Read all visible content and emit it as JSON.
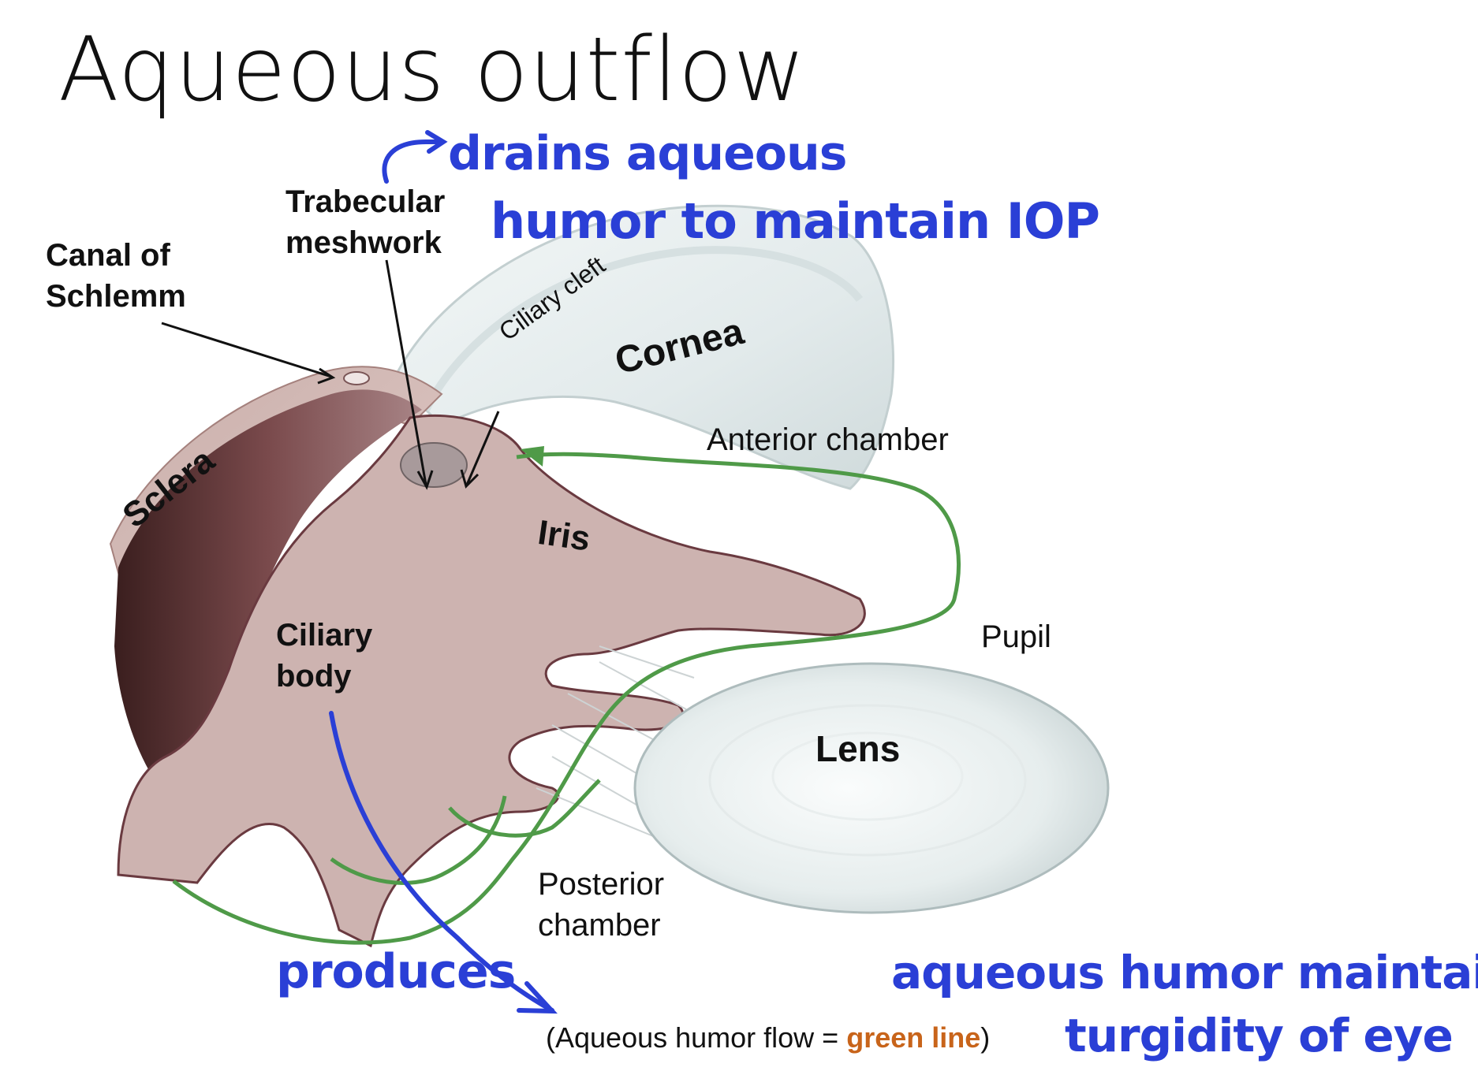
{
  "title": "Aqueous outflow",
  "labels": {
    "trabecular": [
      "Trabecular",
      "meshwork"
    ],
    "canal": [
      "Canal of",
      "Schlemm"
    ],
    "ciliary_cleft": "Ciliary cleft",
    "cornea": "Cornea",
    "sclera": "Sclera",
    "anterior_chamber": "Anterior chamber",
    "iris": "Iris",
    "pupil": "Pupil",
    "ciliary_body": [
      "Ciliary",
      "body"
    ],
    "lens": "Lens",
    "posterior_chamber": [
      "Posterior",
      "chamber"
    ]
  },
  "caption": {
    "prefix": "(Aqueous humor flow = ",
    "highlight": "green line",
    "suffix": ")"
  },
  "annotations": {
    "drains": [
      "drains aqueous",
      "humor to maintain IOP"
    ],
    "produces": "produces",
    "turgidity": [
      "aqueous humor maintains",
      "turgidity of eye"
    ]
  },
  "colors": {
    "flow_line": "#4f9a48",
    "ink": "#2a3fd6",
    "caption_highlight": "#c8641a"
  }
}
